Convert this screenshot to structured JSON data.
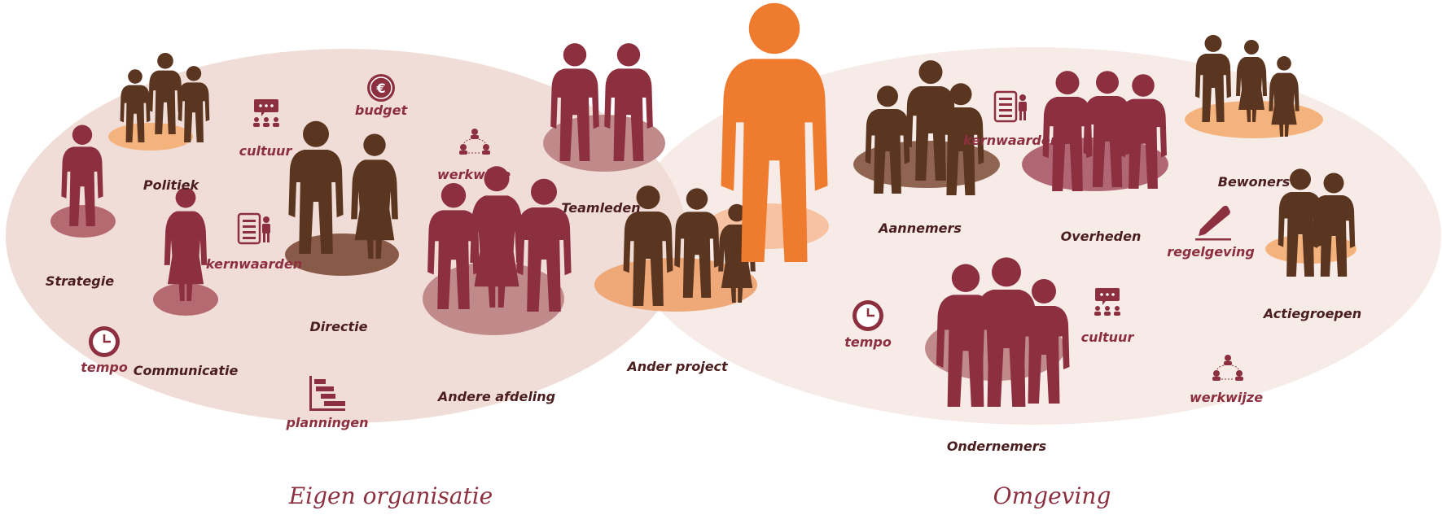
{
  "sections": {
    "eigen_organisatie": "Eigen organisatie",
    "omgeving": "Omgeving"
  },
  "colors": {
    "left_ellipse": "#f0ddd7",
    "right_ellipse": "#f7ebe7",
    "dark_red": "#8c2f3f",
    "brown": "#5a3520",
    "orange": "#ef7b2e",
    "label_text": "#4a1e1e"
  },
  "groups": {
    "politiek": "Politiek",
    "strategie": "Strategie",
    "communicatie": "Communicatie",
    "directie": "Directie",
    "teamleden": "Teamleden",
    "andere_afdeling": "Andere afdeling",
    "ander_project": "Ander project",
    "aannemers": "Aannemers",
    "overheden": "Overheden",
    "bewoners": "Bewoners",
    "actiegroepen": "Actiegroepen",
    "ondernemers": "Ondernemers"
  },
  "themes_left": {
    "cultuur": "cultuur",
    "budget": "budget",
    "werkwijze": "werkwijze",
    "kernwaarden": "kernwaarden",
    "tempo": "tempo",
    "planningen": "planningen"
  },
  "themes_right": {
    "kernwaarden": "kernwaarden",
    "regelgeving": "regelgeving",
    "tempo": "tempo",
    "cultuur": "cultuur",
    "werkwijze": "werkwijze"
  },
  "icons": [
    "speech-bubble-people-icon",
    "euro-coin-icon",
    "network-icon",
    "values-document-icon",
    "clock-icon",
    "gantt-planning-icon",
    "pen-icon",
    "person-silhouette-icon"
  ]
}
